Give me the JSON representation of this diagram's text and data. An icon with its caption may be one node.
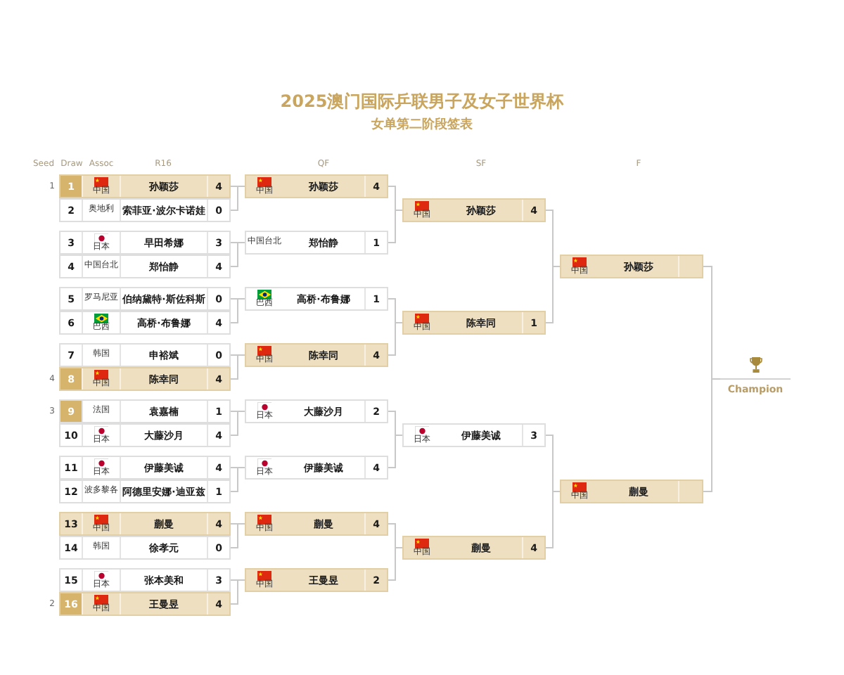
{
  "diagram": {
    "title": "2025澳门国际乒联男子及女子世界杯",
    "nodes": [
      {
        "text": [
          "1",
          "中国",
          "孙颖莎",
          "4"
        ],
        "beside": [
          "1"
        ]
      },
      {
        "text": [
          "2",
          "奥地利",
          "索菲亚·波尔卡诺娃",
          "0"
        ]
      },
      {
        "text": [
          "3",
          "日本",
          "早田希娜",
          "3"
        ]
      },
      {
        "text": [
          "4",
          "中国台北",
          "郑怡静",
          "4"
        ]
      },
      {
        "text": [
          "5",
          "罗马尼亚",
          "伯纳黛特·斯佐科斯",
          "0"
        ]
      },
      {
        "text": [
          "6",
          "巴西",
          "高桥·布鲁娜",
          "4"
        ]
      },
      {
        "text": [
          "7",
          "韩国",
          "申裕斌",
          "0"
        ]
      },
      {
        "text": [
          "8",
          "中国",
          "陈幸同",
          "4"
        ],
        "beside": [
          "4"
        ]
      },
      {
        "text": [
          "9",
          "法国",
          "袁嘉楠",
          "1"
        ],
        "beside": [
          "3"
        ]
      },
      {
        "text": [
          "10",
          "日本",
          "大藤沙月",
          "4"
        ]
      },
      {
        "text": [
          "11",
          "日本",
          "伊藤美诚",
          "4"
        ]
      },
      {
        "text": [
          "12",
          "波多黎各",
          "阿德里安娜·迪亚兹",
          "1"
        ]
      },
      {
        "text": [
          "13",
          "中国",
          "蒯曼",
          "4"
        ]
      },
      {
        "text": [
          "14",
          "韩国",
          "徐孝元",
          "0"
        ]
      },
      {
        "text": [
          "15",
          "日本",
          "张本美和",
          "3"
        ]
      },
      {
        "text": [
          "16",
          "中国",
          "王曼昱",
          "4"
        ],
        "beside": [
          "2"
        ]
      },
      {
        "text": [
          "中国",
          "孙颖莎",
          "4"
        ]
      },
      {
        "text": [
          "中国台北",
          "郑怡静",
          "1"
        ]
      },
      {
        "text": [
          "巴西",
          "高桥·布鲁娜",
          "1"
        ]
      },
      {
        "text": [
          "中国",
          "陈幸同",
          "4"
        ]
      },
      {
        "text": [
          "日本",
          "大藤沙月",
          "2"
        ]
      },
      {
        "text": [
          "日本",
          "伊藤美诚",
          "4"
        ]
      },
      {
        "text": [
          "中国",
          "蒯曼",
          "4"
        ]
      },
      {
        "text": [
          "中国",
          "王曼昱",
          "2"
        ]
      },
      {
        "text": [
          "中国",
          "孙颖莎",
          "4"
        ]
      },
      {
        "text": [
          "中国",
          "陈幸同",
          "1"
        ]
      },
      {
        "text": [
          "日本",
          "伊藤美诚",
          "3"
        ]
      },
      {
        "text": [
          "中国",
          "蒯曼",
          "4"
        ]
      },
      {
        "text": [
          "中国",
          "孙颖莎"
        ]
      },
      {
        "text": [
          "中国",
          "蒯曼"
        ]
      },
      {
        "text": [
          "Champion"
        ]
      }
    ],
    "edges": [
      {
        "from": 0,
        "to": 16,
        "arrow": "none"
      },
      {
        "from": 1,
        "to": 16,
        "arrow": "none"
      },
      {
        "from": 2,
        "to": 17,
        "arrow": "none"
      },
      {
        "from": 3,
        "to": 17,
        "arrow": "none"
      },
      {
        "from": 4,
        "to": 18,
        "arrow": "none"
      },
      {
        "from": 5,
        "to": 18,
        "arrow": "none"
      },
      {
        "from": 6,
        "to": 19,
        "arrow": "none"
      },
      {
        "from": 7,
        "to": 19,
        "arrow": "none"
      },
      {
        "from": 8,
        "to": 20,
        "arrow": "none"
      },
      {
        "from": 9,
        "to": 20,
        "arrow": "none"
      },
      {
        "from": 10,
        "to": 21,
        "arrow": "none"
      },
      {
        "from": 11,
        "to": 21,
        "arrow": "none"
      },
      {
        "from": 12,
        "to": 22,
        "arrow": "none"
      },
      {
        "from": 13,
        "to": 22,
        "arrow": "none"
      },
      {
        "from": 14,
        "to": 23,
        "arrow": "none"
      },
      {
        "from": 15,
        "to": 23,
        "arrow": "none"
      },
      {
        "from": 16,
        "to": 24,
        "arrow": "none"
      },
      {
        "from": 17,
        "to": 24,
        "arrow": "none"
      },
      {
        "from": 18,
        "to": 25,
        "arrow": "none"
      },
      {
        "from": 19,
        "to": 25,
        "arrow": "none"
      },
      {
        "from": 20,
        "to": 26,
        "arrow": "none"
      },
      {
        "from": 21,
        "to": 26,
        "arrow": "none"
      },
      {
        "from": 22,
        "to": 27,
        "arrow": "none"
      },
      {
        "from": 23,
        "to": 27,
        "arrow": "none"
      },
      {
        "from": 24,
        "to": 28,
        "arrow": "none"
      },
      {
        "from": 25,
        "to": 28,
        "arrow": "none"
      },
      {
        "from": 26,
        "to": 29,
        "arrow": "none"
      },
      {
        "from": 27,
        "to": 29,
        "arrow": "none"
      },
      {
        "from": 28,
        "to": 30,
        "arrow": "none"
      },
      {
        "from": 29,
        "to": 30,
        "arrow": "none"
      }
    ],
    "labels": [
      "女单第二阶段签表",
      "Seed",
      "Draw",
      "Assoc",
      "R16",
      "QF",
      "SF",
      "F"
    ]
  }
}
